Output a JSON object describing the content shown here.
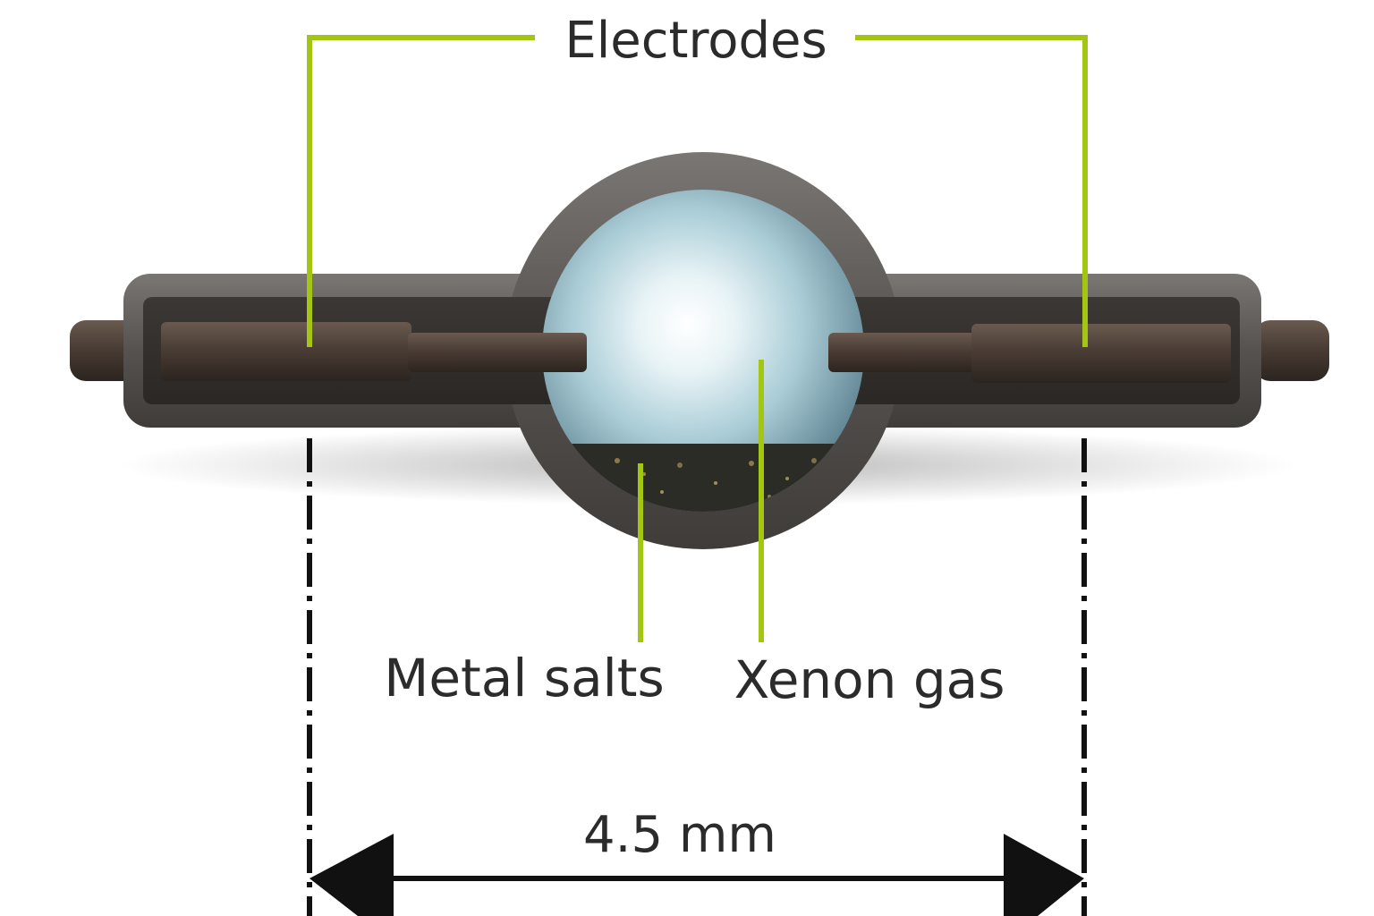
{
  "labels": {
    "electrodes": "Electrodes",
    "metal_salts": "Metal salts",
    "xenon_gas": "Xenon gas",
    "dimension": "4.5 mm"
  },
  "colors": {
    "leader_line": "#a3c614",
    "dimension_line": "#111111",
    "text": "#2b2b2b",
    "bulb_shell": "#5a5755",
    "electrode": "#4a3d35",
    "gas_glow": "#b9d8e2"
  }
}
